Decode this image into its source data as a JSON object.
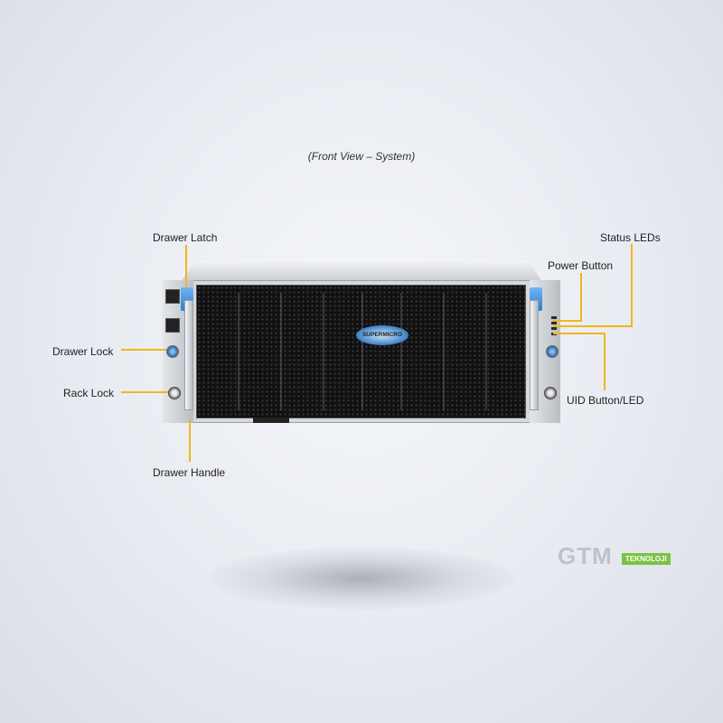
{
  "caption": "(Front View – System)",
  "callouts": {
    "drawer_latch": "Drawer Latch",
    "drawer_lock": "Drawer Lock",
    "rack_lock": "Rack Lock",
    "drawer_handle": "Drawer Handle",
    "status_leds": "Status LEDs",
    "power_button": "Power Button",
    "uid_button_led": "UID Button/LED"
  },
  "chassis_logo": "SUPERMICRO",
  "watermark": {
    "brand": "GTM",
    "tag": "TEKNOLOJI"
  },
  "colors": {
    "callout_line": "#f2b619",
    "latch_blue": "#2f7fd0",
    "brand_green": "#7cc242"
  }
}
